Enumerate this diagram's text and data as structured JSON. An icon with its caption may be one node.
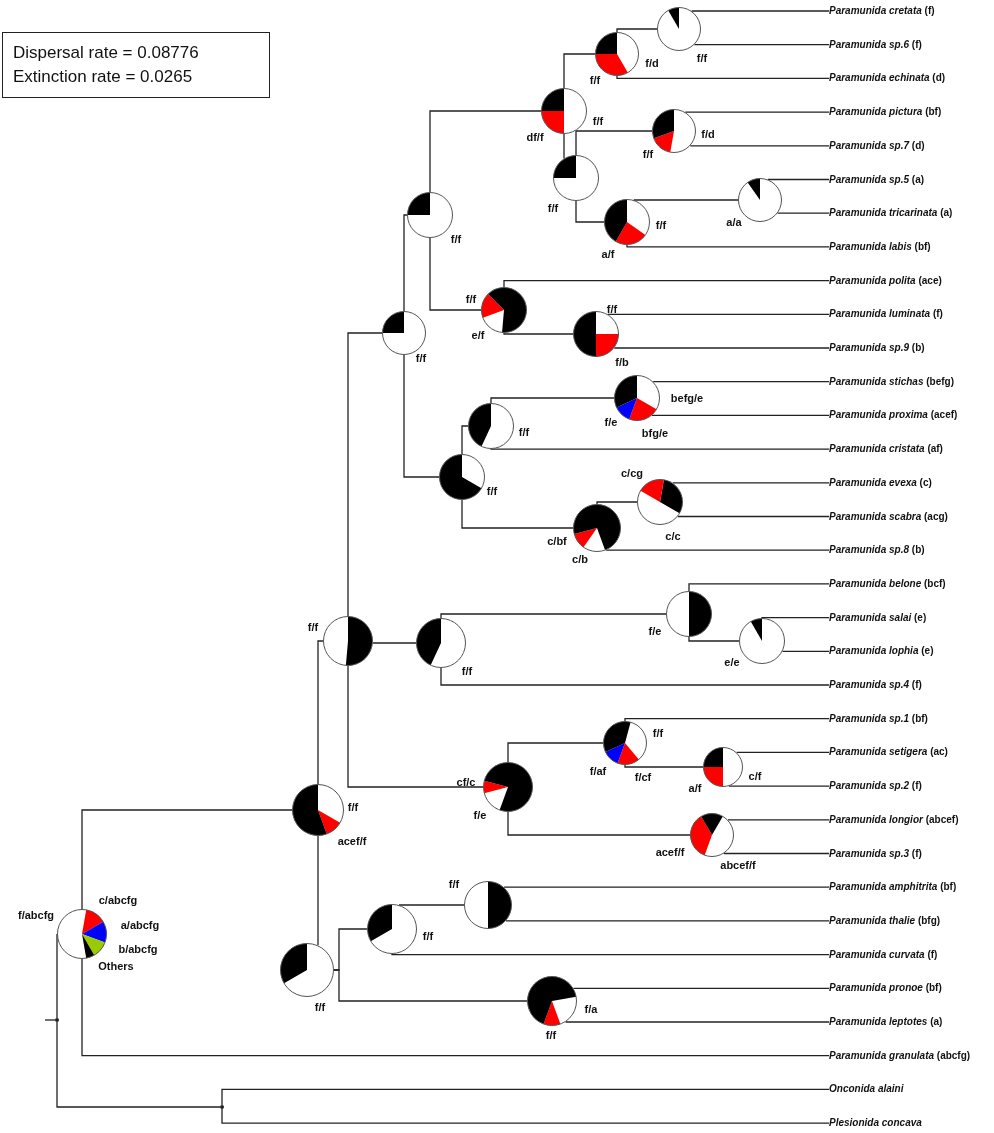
{
  "diagram": {
    "nodes": [
      {
        "text": [
          "Dispersal rate = 0.08776",
          "Extinction rate = 0.0265"
        ]
      },
      {
        "text": [
          "*Paramunida cretata* (f)"
        ]
      },
      {
        "text": [
          "*Paramunida sp.6* (f)"
        ]
      },
      {
        "text": [
          "*Paramunida echinata* (d)"
        ]
      },
      {
        "text": [
          "*Paramunida pictura* (bf)"
        ]
      },
      {
        "text": [
          "*Paramunida sp.7* (d)"
        ]
      },
      {
        "text": [
          "*Paramunida sp.5* (a)"
        ]
      },
      {
        "text": [
          "*Paramunida tricarinata* (a)"
        ]
      },
      {
        "text": [
          "*Paramunida labis* (bf)"
        ]
      },
      {
        "text": [
          "*Paramunida polita* (ace)"
        ]
      },
      {
        "text": [
          "*Paramunida luminata* (f)"
        ]
      },
      {
        "text": [
          "*Paramunida sp.9* (b)"
        ]
      },
      {
        "text": [
          "*Paramunida stichas* (befg)"
        ]
      },
      {
        "text": [
          "*Paramunida proxima* (acef)"
        ]
      },
      {
        "text": [
          "*Paramunida cristata* (af)"
        ]
      },
      {
        "text": [
          "*Paramunida evexa* (c)"
        ]
      },
      {
        "text": [
          "*Paramunida scabra* (acg)"
        ]
      },
      {
        "text": [
          "*Paramunida sp.8* (b)"
        ]
      },
      {
        "text": [
          "*Paramunida belone* (bcf)"
        ]
      },
      {
        "text": [
          "*Paramunida salai* (e)"
        ]
      },
      {
        "text": [
          "*Paramunida lophia* (e)"
        ]
      },
      {
        "text": [
          "*Paramunida sp.4* (f)"
        ]
      },
      {
        "text": [
          "*Paramunida sp.1* (bf)"
        ]
      },
      {
        "text": [
          "*Paramunida setigera* (ac)"
        ]
      },
      {
        "text": [
          "*Paramunida sp.2* (f)"
        ]
      },
      {
        "text": [
          "*Paramunida longior* (abcef)"
        ]
      },
      {
        "text": [
          "*Paramunida sp.3* (f)"
        ]
      },
      {
        "text": [
          "*Paramunida amphitrita* (bf)"
        ]
      },
      {
        "text": [
          "*Paramunida thalie* (bfg)"
        ]
      },
      {
        "text": [
          "*Paramunida curvata* (f)"
        ]
      },
      {
        "text": [
          "*Paramunida pronoe* (bf)"
        ]
      },
      {
        "text": [
          "*Paramunida leptotes* (a)"
        ]
      },
      {
        "text": [
          "*Paramunida granulata* (abcfg)"
        ]
      },
      {
        "text": [
          "Onconida alaini"
        ]
      },
      {
        "text": [
          "Plesionida concava"
        ]
      },
      {
        "text": [],
        "shape": "circle",
        "beside": [
          "f/f"
        ]
      },
      {
        "text": [],
        "shape": "circle",
        "beside": [
          "f/d",
          "f/f"
        ]
      },
      {
        "text": [],
        "shape": "circle",
        "beside": [
          "f/d",
          "f/f"
        ]
      },
      {
        "text": [],
        "shape": "circle",
        "beside": [
          "a/a"
        ]
      },
      {
        "text": [],
        "shape": "circle",
        "beside": [
          "f/f",
          "a/f"
        ]
      },
      {
        "text": [],
        "shape": "circle",
        "beside": [
          "f/f"
        ]
      },
      {
        "text": [],
        "shape": "circle",
        "beside": [
          "f/f",
          "df/f"
        ]
      },
      {
        "text": [],
        "shape": "circle",
        "beside": [
          "f/f",
          "f/b"
        ]
      },
      {
        "text": [],
        "shape": "circle",
        "beside": [
          "f/f",
          "e/f"
        ]
      },
      {
        "text": [],
        "shape": "circle",
        "beside": [
          "f/f"
        ]
      },
      {
        "text": [],
        "shape": "circle",
        "beside": [
          "befg/e",
          "f/e",
          "bfg/e"
        ]
      },
      {
        "text": [],
        "shape": "circle",
        "beside": [
          "f/f"
        ]
      },
      {
        "text": [],
        "shape": "circle",
        "beside": [
          "c/cg",
          "c/c"
        ]
      },
      {
        "text": [],
        "shape": "circle",
        "beside": [
          "c/bf",
          "c/b"
        ]
      },
      {
        "text": [],
        "shape": "circle",
        "beside": [
          "f/f"
        ]
      },
      {
        "text": [],
        "shape": "circle",
        "beside": [
          "f/f"
        ]
      },
      {
        "text": [],
        "shape": "circle",
        "beside": [
          "e/e"
        ]
      },
      {
        "text": [],
        "shape": "circle",
        "beside": [
          "f/e"
        ]
      },
      {
        "text": [],
        "shape": "circle",
        "beside": [
          "f/f"
        ]
      },
      {
        "text": [],
        "shape": "circle",
        "beside": [
          "f/f"
        ]
      },
      {
        "text": [],
        "shape": "circle",
        "beside": [
          "c/f",
          "a/f"
        ]
      },
      {
        "text": [],
        "shape": "circle",
        "beside": [
          "f/f",
          "f/af",
          "f/cf"
        ]
      },
      {
        "text": [],
        "shape": "circle",
        "beside": [
          "acef/f",
          "abcef/f"
        ]
      },
      {
        "text": [],
        "shape": "circle",
        "beside": [
          "cf/c",
          "f/e"
        ]
      },
      {
        "text": [],
        "shape": "circle",
        "beside": [
          "f/f"
        ]
      },
      {
        "text": [],
        "shape": "circle",
        "beside": [
          "f/f"
        ]
      },
      {
        "text": [],
        "shape": "circle",
        "beside": [
          "f/a",
          "f/f"
        ]
      },
      {
        "text": [],
        "shape": "circle",
        "beside": [
          "f/f"
        ]
      },
      {
        "text": [],
        "shape": "circle",
        "beside": [
          "f/f",
          "acef/f"
        ]
      },
      {
        "text": [],
        "shape": "circle",
        "beside": [
          "f/abcfg",
          "c/abcfg",
          "a/abcfg",
          "b/abcfg",
          "Others"
        ]
      },
      {
        "text": [],
        "shape": "point"
      },
      {
        "text": [],
        "shape": "point"
      }
    ],
    "edges": [
      {
        "from": 35,
        "to": 1,
        "arrow": "none"
      },
      {
        "from": 35,
        "to": 2,
        "arrow": "none"
      },
      {
        "from": 36,
        "to": 35,
        "arrow": "none"
      },
      {
        "from": 36,
        "to": 3,
        "arrow": "none"
      },
      {
        "from": 37,
        "to": 4,
        "arrow": "none"
      },
      {
        "from": 37,
        "to": 5,
        "arrow": "none"
      },
      {
        "from": 38,
        "to": 6,
        "arrow": "none"
      },
      {
        "from": 38,
        "to": 7,
        "arrow": "none"
      },
      {
        "from": 39,
        "to": 38,
        "arrow": "none"
      },
      {
        "from": 39,
        "to": 8,
        "arrow": "none"
      },
      {
        "from": 40,
        "to": 37,
        "arrow": "none"
      },
      {
        "from": 40,
        "to": 39,
        "arrow": "none"
      },
      {
        "from": 41,
        "to": 36,
        "arrow": "none"
      },
      {
        "from": 41,
        "to": 40,
        "arrow": "none"
      },
      {
        "from": 42,
        "to": 10,
        "arrow": "none"
      },
      {
        "from": 42,
        "to": 11,
        "arrow": "none"
      },
      {
        "from": 43,
        "to": 9,
        "arrow": "none"
      },
      {
        "from": 43,
        "to": 42,
        "arrow": "none"
      },
      {
        "from": 44,
        "to": 41,
        "arrow": "none"
      },
      {
        "from": 44,
        "to": 43,
        "arrow": "none"
      },
      {
        "from": 45,
        "to": 12,
        "arrow": "none"
      },
      {
        "from": 45,
        "to": 13,
        "arrow": "none"
      },
      {
        "from": 46,
        "to": 45,
        "arrow": "none"
      },
      {
        "from": 46,
        "to": 14,
        "arrow": "none"
      },
      {
        "from": 47,
        "to": 15,
        "arrow": "none"
      },
      {
        "from": 47,
        "to": 16,
        "arrow": "none"
      },
      {
        "from": 48,
        "to": 47,
        "arrow": "none"
      },
      {
        "from": 48,
        "to": 17,
        "arrow": "none"
      },
      {
        "from": 49,
        "to": 46,
        "arrow": "none"
      },
      {
        "from": 49,
        "to": 48,
        "arrow": "none"
      },
      {
        "from": 50,
        "to": 44,
        "arrow": "none"
      },
      {
        "from": 50,
        "to": 49,
        "arrow": "none"
      },
      {
        "from": 51,
        "to": 19,
        "arrow": "none"
      },
      {
        "from": 51,
        "to": 20,
        "arrow": "none"
      },
      {
        "from": 52,
        "to": 18,
        "arrow": "none"
      },
      {
        "from": 52,
        "to": 51,
        "arrow": "none"
      },
      {
        "from": 53,
        "to": 52,
        "arrow": "none"
      },
      {
        "from": 53,
        "to": 21,
        "arrow": "none"
      },
      {
        "from": 54,
        "to": 50,
        "arrow": "none"
      },
      {
        "from": 54,
        "to": 53,
        "arrow": "none"
      },
      {
        "from": 54,
        "to": 58,
        "arrow": "none"
      },
      {
        "from": 56,
        "to": 22,
        "arrow": "none"
      },
      {
        "from": 56,
        "to": 55,
        "arrow": "none"
      },
      {
        "from": 55,
        "to": 23,
        "arrow": "none"
      },
      {
        "from": 55,
        "to": 24,
        "arrow": "none"
      },
      {
        "from": 57,
        "to": 25,
        "arrow": "none"
      },
      {
        "from": 57,
        "to": 26,
        "arrow": "none"
      },
      {
        "from": 58,
        "to": 56,
        "arrow": "none"
      },
      {
        "from": 58,
        "to": 57,
        "arrow": "none"
      },
      {
        "from": 59,
        "to": 27,
        "arrow": "none"
      },
      {
        "from": 59,
        "to": 28,
        "arrow": "none"
      },
      {
        "from": 60,
        "to": 59,
        "arrow": "none"
      },
      {
        "from": 60,
        "to": 29,
        "arrow": "none"
      },
      {
        "from": 61,
        "to": 30,
        "arrow": "none"
      },
      {
        "from": 61,
        "to": 31,
        "arrow": "none"
      },
      {
        "from": 62,
        "to": 60,
        "arrow": "none"
      },
      {
        "from": 62,
        "to": 61,
        "arrow": "none"
      },
      {
        "from": 63,
        "to": 54,
        "arrow": "none"
      },
      {
        "from": 63,
        "to": 62,
        "arrow": "none"
      },
      {
        "from": 64,
        "to": 63,
        "arrow": "none"
      },
      {
        "from": 64,
        "to": 32,
        "arrow": "none"
      },
      {
        "from": 65,
        "to": 33,
        "arrow": "none"
      },
      {
        "from": 65,
        "to": 34,
        "arrow": "none"
      },
      {
        "from": 66,
        "to": 64,
        "arrow": "none"
      },
      {
        "from": 66,
        "to": 65,
        "arrow": "none"
      },
      {
        "from": null,
        "to": 66,
        "arrow": "none"
      }
    ]
  }
}
